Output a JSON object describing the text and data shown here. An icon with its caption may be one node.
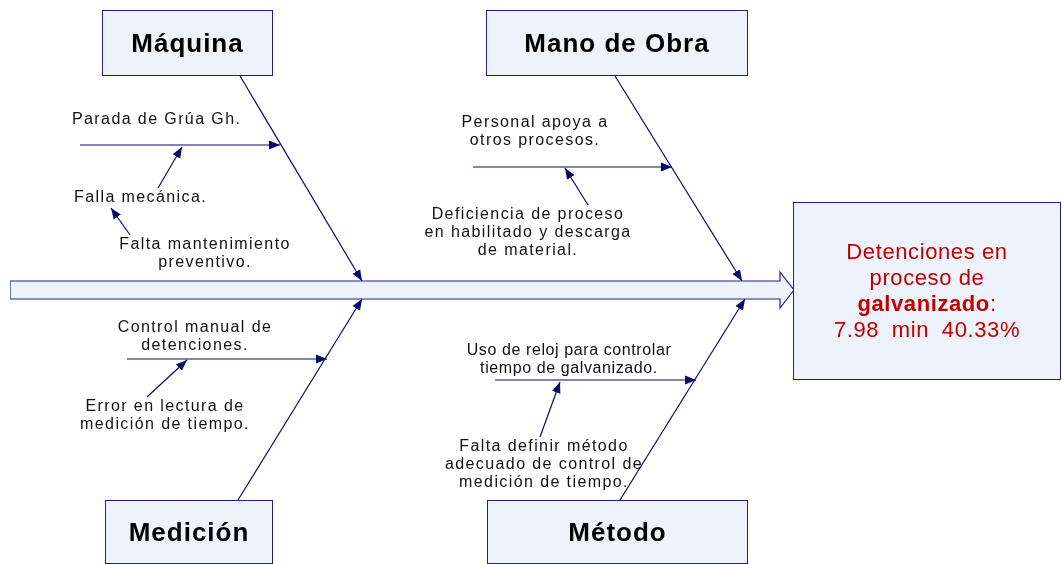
{
  "diagram": {
    "nodes": [
      {
        "text": [
          "Máquina"
        ]
      },
      {
        "text": [
          "Parada de Grúa Gh."
        ]
      },
      {
        "text": [
          "Falla mecánica."
        ]
      },
      {
        "text": [
          "Falta mantenimiento preventivo."
        ]
      },
      {
        "text": [
          "Mano de Obra"
        ]
      },
      {
        "text": [
          "Personal apoya a otros procesos."
        ]
      },
      {
        "text": [
          "Deficiencia de proceso en habilitado y descarga de material."
        ]
      },
      {
        "text": [],
        "shape": "arrow"
      },
      {
        "text": [
          "Detenciones en proceso de **galvanizado**:",
          "7.98 min 40.33%"
        ]
      },
      {
        "text": [
          "Control manual de detenciones."
        ]
      },
      {
        "text": [
          "Error en lectura de medición de tiempo."
        ]
      },
      {
        "text": [
          "Uso de reloj para controlar tiempo de galvanizado."
        ]
      },
      {
        "text": [
          "Falta definir método adecuado de control de medición de tiempo."
        ]
      },
      {
        "text": [
          "Medición"
        ]
      },
      {
        "text": [
          "Método"
        ]
      }
    ],
    "edges": [
      {
        "from": 0,
        "to": 7,
        "arrow": "to"
      },
      {
        "from": 4,
        "to": 7,
        "arrow": "to"
      },
      {
        "from": 13,
        "to": 7,
        "arrow": "to"
      },
      {
        "from": 14,
        "to": 7,
        "arrow": "to"
      },
      {
        "from": 1,
        "to": null,
        "arrow": "to"
      },
      {
        "from": 2,
        "to": 1,
        "arrow": "to"
      },
      {
        "from": 3,
        "to": 2,
        "arrow": "to"
      },
      {
        "from": 5,
        "to": null,
        "arrow": "to"
      },
      {
        "from": 6,
        "to": 5,
        "arrow": "to"
      },
      {
        "from": 9,
        "to": null,
        "arrow": "to"
      },
      {
        "from": 10,
        "to": 9,
        "arrow": "to"
      },
      {
        "from": 11,
        "to": null,
        "arrow": "to"
      },
      {
        "from": 12,
        "to": 11,
        "arrow": "to"
      }
    ]
  }
}
